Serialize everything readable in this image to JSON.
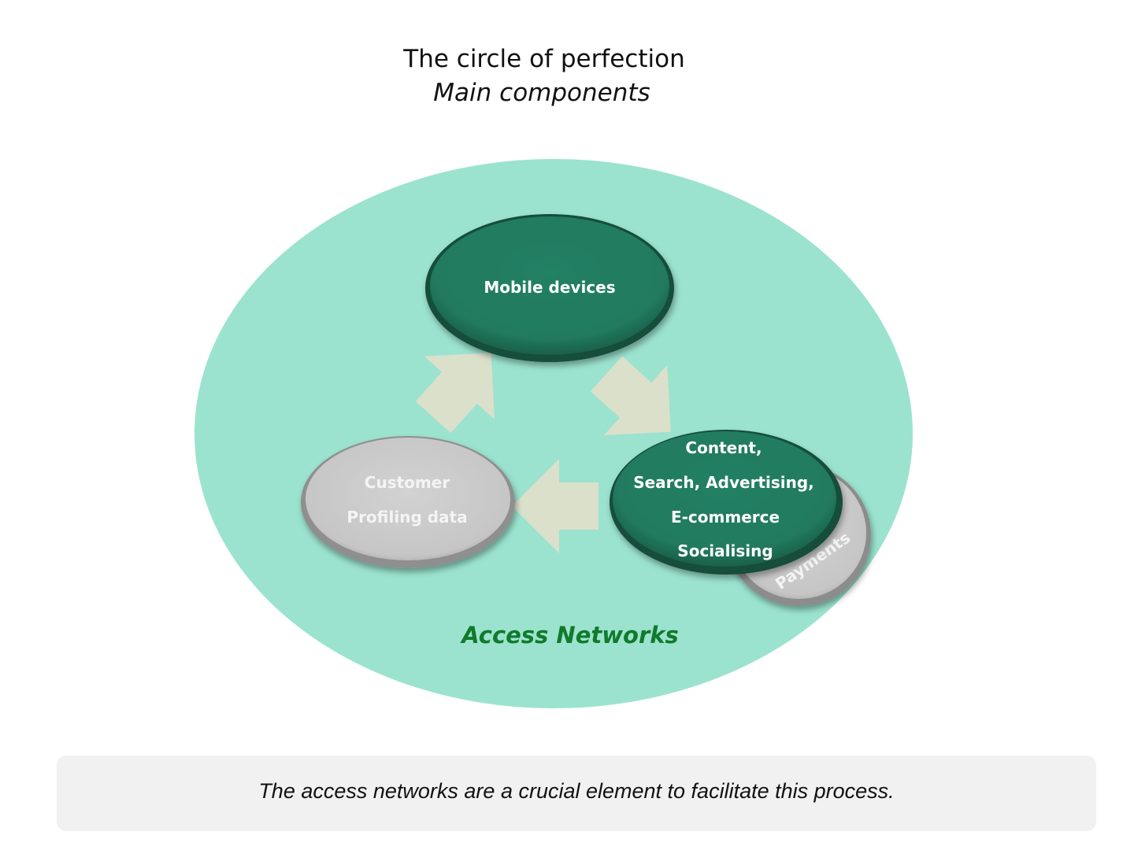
{
  "header": {
    "title": "The circle of perfection",
    "subtitle": "Main components"
  },
  "diagram": {
    "container_label": "Access Networks",
    "nodes": {
      "mobile": {
        "lines": [
          "Mobile devices"
        ]
      },
      "content": {
        "lines": [
          "Content,",
          "Search, Advertising,",
          "E-commerce",
          "Socialising"
        ]
      },
      "payments": {
        "lines": [
          "Payments"
        ]
      },
      "customer": {
        "lines": [
          "Customer",
          "Profiling data"
        ]
      }
    },
    "colors": {
      "container": "#9be3cf",
      "green_node": "#217a5e",
      "grey_node": "#cfcfcf",
      "arrow": "#dbe0cb",
      "label": "#117a2c"
    }
  },
  "note": {
    "text": "The access networks are a crucial element to facilitate this process."
  }
}
